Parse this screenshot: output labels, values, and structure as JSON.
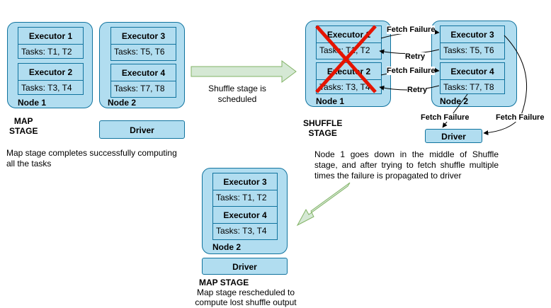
{
  "exec": {
    "e1": "Executor 1",
    "e2": "Executor 2",
    "e3": "Executor 3",
    "e4": "Executor 4",
    "t12": "Tasks: T1, T2",
    "t34": "Tasks: T3, T4",
    "t56": "Tasks: T5, T6",
    "t78": "Tasks: T7, T8"
  },
  "bottom_exec": {
    "e3": "Executor 3",
    "e4": "Executor 4",
    "t12": "Tasks: T1, T2",
    "t34": "Tasks: T3, T4"
  },
  "nodes": {
    "node1": "Node 1",
    "node2": "Node 2"
  },
  "driver": "Driver",
  "stages": {
    "map_left": "MAP\nSTAGE",
    "shuffle": "SHUFFLE\nSTAGE",
    "map_bottom": "MAP STAGE"
  },
  "arrows": {
    "shuffle_scheduled": "Shuffle stage is\nscheduled"
  },
  "edges": {
    "fetch_failure": "Fetch Failure",
    "retry": "Retry"
  },
  "descriptions": {
    "map_complete": "Map stage completes successfully computing\nall the tasks",
    "node_down": "Node 1 goes down in the middle of Shuffle stage, and after trying to fetch shuffle multiple times the failure is propagated to driver",
    "rescheduled": "Map stage rescheduled to\ncompute lost shuffle output"
  },
  "colors": {
    "box_fill": "#b1ddf0",
    "box_border": "#10739e",
    "cross": "#e51400",
    "big_arrow_fill": "#d5e8d4",
    "big_arrow_stroke": "#82b366"
  }
}
